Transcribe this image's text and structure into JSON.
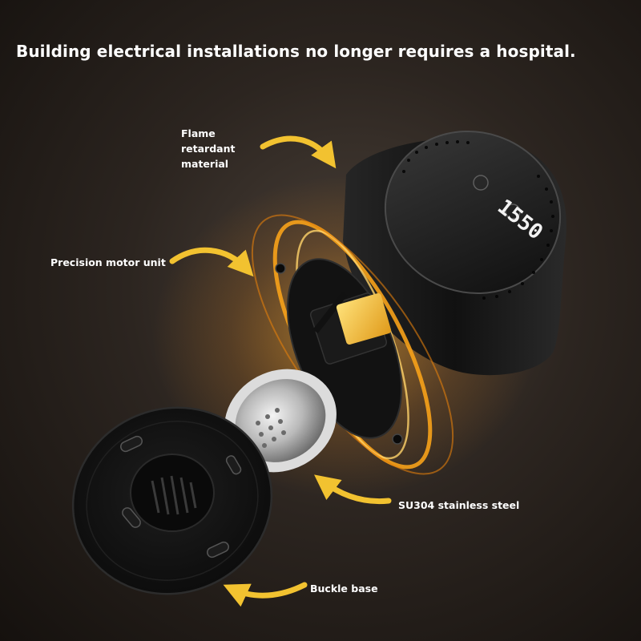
{
  "headline": "Building electrical installations no longer requires a hospital.",
  "callouts": {
    "flame": [
      "Flame",
      "retardant",
      "material"
    ],
    "motor": "Precision motor unit",
    "steel": "SU304 stainless steel",
    "base": "Buckle base"
  },
  "display_readout": "1550",
  "colors": {
    "background": "#2c2520",
    "arrow": "#f2c230",
    "glow": "#f7a21a",
    "device": "#141414",
    "text": "#ffffff"
  },
  "icons": [
    "power-icon",
    "mode-icon"
  ]
}
